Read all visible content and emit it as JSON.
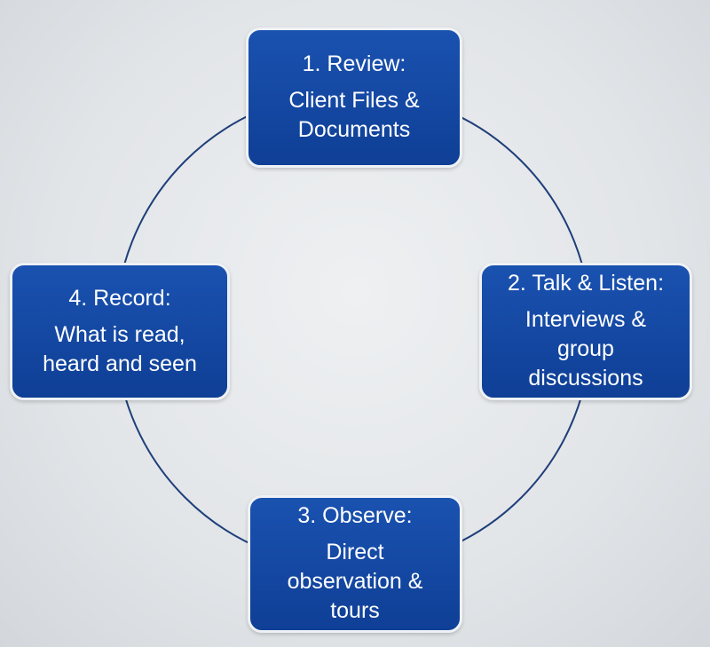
{
  "diagram": {
    "steps": [
      {
        "title": "1. Review:",
        "lines": [
          "Client Files &",
          "Documents"
        ]
      },
      {
        "title": "2. Talk & Listen:",
        "lines": [
          "Interviews &",
          "group",
          "discussions"
        ]
      },
      {
        "title": "3. Observe:",
        "lines": [
          "Direct",
          "observation &",
          "tours"
        ]
      },
      {
        "title": "4. Record:",
        "lines": [
          "What is read,",
          "heard and seen"
        ]
      }
    ],
    "colors": {
      "box_fill": "#1a52b0",
      "box_border": "#eef1f5",
      "ring": "#1f3f7a",
      "text": "#ffffff",
      "background": "#e6e9ec"
    }
  }
}
